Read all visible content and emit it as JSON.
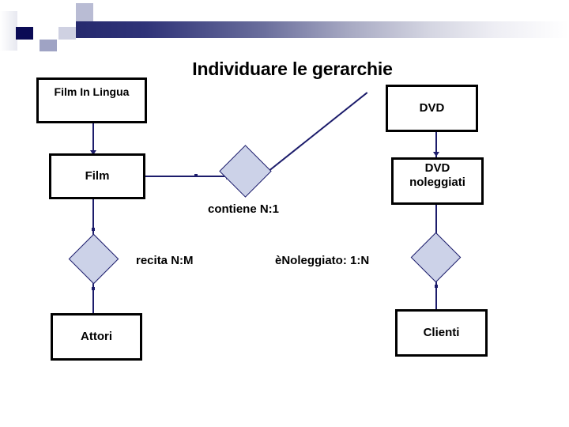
{
  "slide": {
    "title": "Individuare le gerarchie",
    "background_color": "#ffffff",
    "accent_color": "#1c1c6b",
    "diamond_fill": "#ccd2e8",
    "box_border_color": "#000000"
  },
  "entities": {
    "film_in_lingua": "Film In Lingua",
    "dvd": "DVD",
    "film": "Film",
    "dvd_noleggiati": "DVD\nnoleggiati",
    "attori": "Attori",
    "clienti": "Clienti"
  },
  "relationships": {
    "contiene": "contiene N:1",
    "recita": "recita N:M",
    "noleggiato": "èNoleggiato: 1:N"
  }
}
